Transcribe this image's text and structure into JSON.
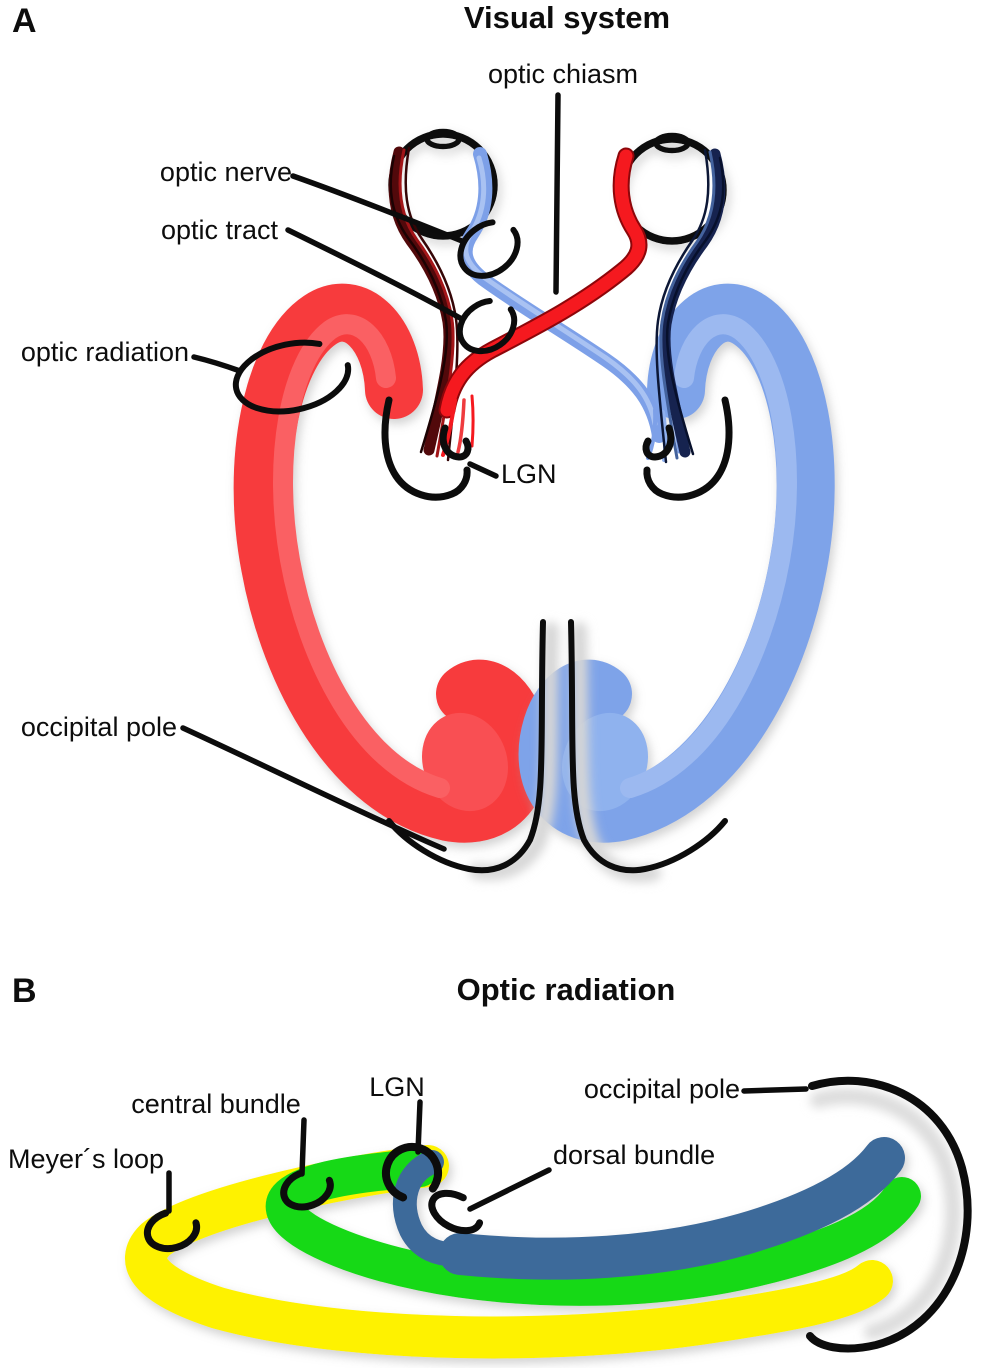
{
  "figure": {
    "panel_a": {
      "letter": "A",
      "title": "Visual system",
      "labels": {
        "optic_chiasm": "optic chiasm",
        "optic_nerve": "optic nerve",
        "optic_tract": "optic tract",
        "optic_radiation": "optic radiation",
        "occipital_pole": "occipital pole",
        "lgn": "LGN"
      }
    },
    "panel_b": {
      "letter": "B",
      "title": "Optic radiation",
      "labels": {
        "meyers_loop": "Meyer´s loop",
        "central_bundle": "central bundle",
        "lgn": "LGN",
        "occipital_pole": "occipital pole",
        "dorsal_bundle": "dorsal bundle"
      }
    },
    "colors": {
      "left_radiation_red": "#f73b3c",
      "left_radiation_highlight": "#fa6163",
      "right_radiation_blue": "#7ea3e9",
      "right_radiation_highlight": "#9cb9f0",
      "crossed_red_band": "#f5191f",
      "crossed_blue_band": "#7da0e8",
      "uncrossed_navy": "#16234f",
      "uncrossed_dark_red": "#52090b",
      "meyers_loop_yellow": "#fef200",
      "central_bundle_green": "#17d917",
      "dorsal_bundle_blue": "#3e6b9a",
      "outline_black": "#0c0c0c"
    }
  }
}
